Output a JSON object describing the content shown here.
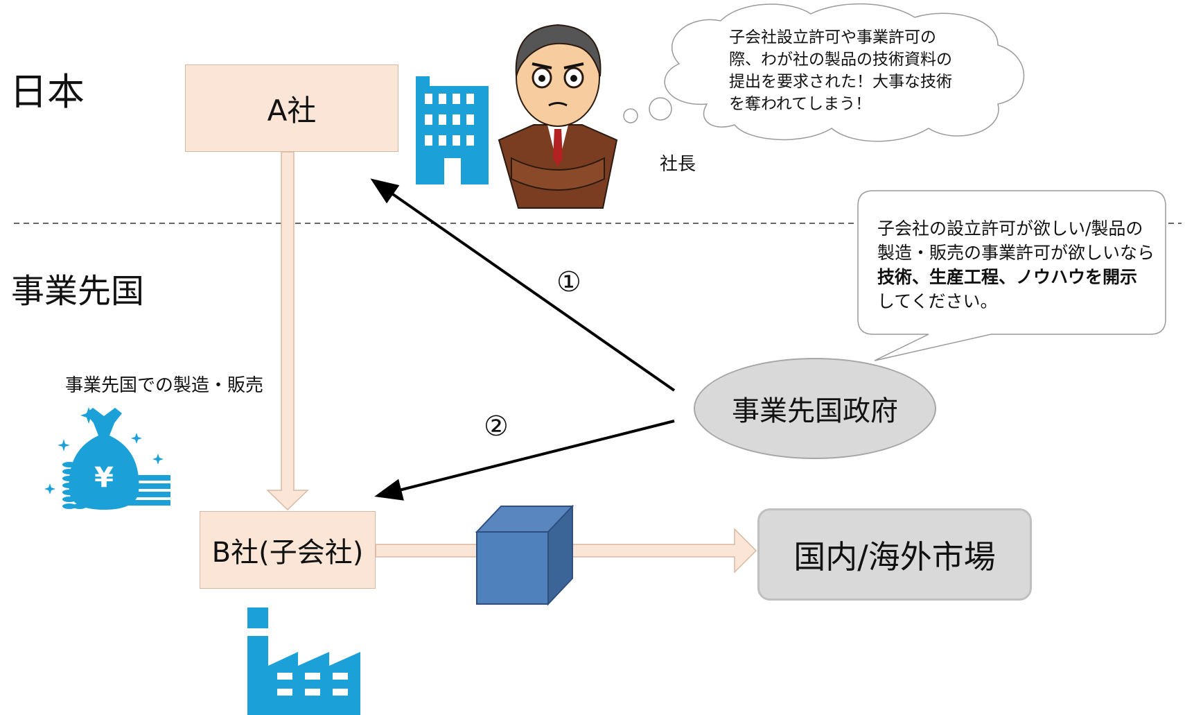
{
  "regions": {
    "japan": "日本",
    "destination_country": "事業先国"
  },
  "company_a": {
    "label": "A社"
  },
  "company_b": {
    "label": "B社(子会社)"
  },
  "president": {
    "label": "社長",
    "thought": "子会社設立許可や事業許可の際、わが社の製品の技術資料の提出を要求された！大事な技術を奪われてしまう！"
  },
  "government": {
    "label": "事業先国政府",
    "speech_part1": "子会社の設立許可が欲しい/製品の製造・販売の事業許可が欲しいなら",
    "speech_bold": "技術、生産工程、ノウハウを開示",
    "speech_part2": "してください。"
  },
  "manufacturing_label": "事業先国での製造・販売",
  "market": {
    "label": "国内/海外市場"
  },
  "steps": {
    "one": "①",
    "two": "②"
  },
  "colors": {
    "box_fill": "#fbe5d6",
    "flow_arrow": "#fbe5d6",
    "icon_blue": "#1ca0d8",
    "cube_blue": "#4f81bd",
    "market_fill": "#d9d9d9",
    "government_fill": "#d9d9d9"
  },
  "icons": [
    "office-building-icon",
    "businessman-icon",
    "money-bag-yen-icon",
    "factory-icon",
    "product-cube-icon"
  ]
}
